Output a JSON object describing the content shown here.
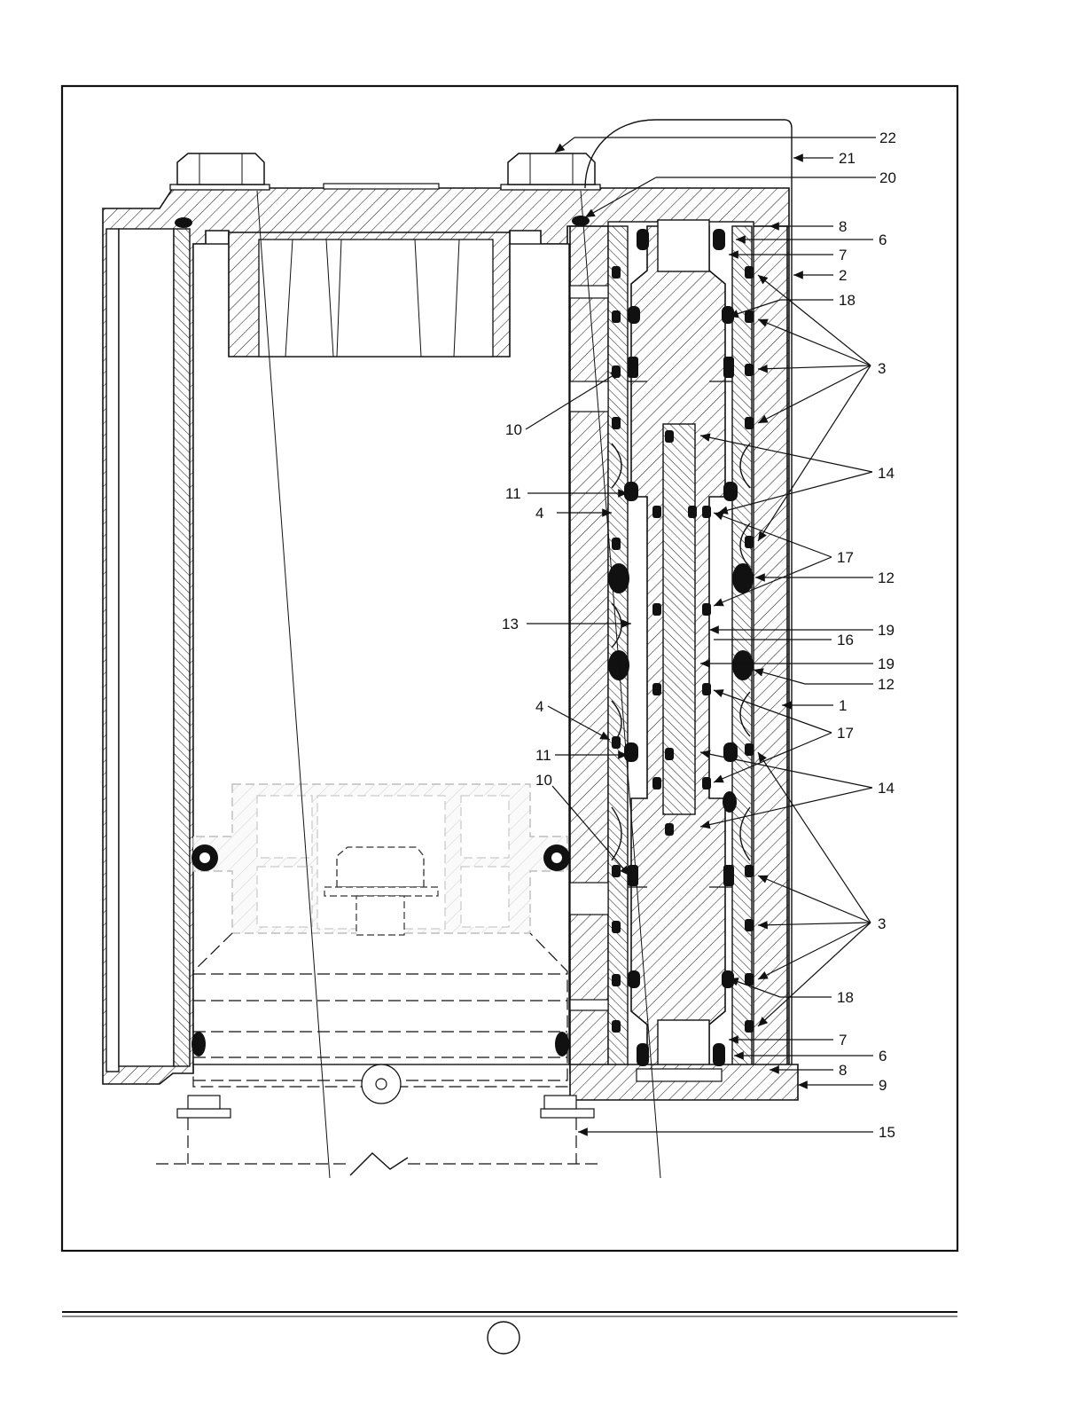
{
  "figure": {
    "page_number": "",
    "callouts": [
      "1",
      "2",
      "3",
      "4",
      "6",
      "7",
      "8",
      "9",
      "10",
      "11",
      "12",
      "13",
      "14",
      "15",
      "16",
      "17",
      "18",
      "19",
      "20",
      "21",
      "22"
    ]
  },
  "colors": {
    "ink": "#111111",
    "paper": "#ffffff",
    "ghost": "#c9c9c9"
  },
  "icons": [
    "oring-seal-icon",
    "quad-ring-seal-icon",
    "bolt-head-icon"
  ]
}
